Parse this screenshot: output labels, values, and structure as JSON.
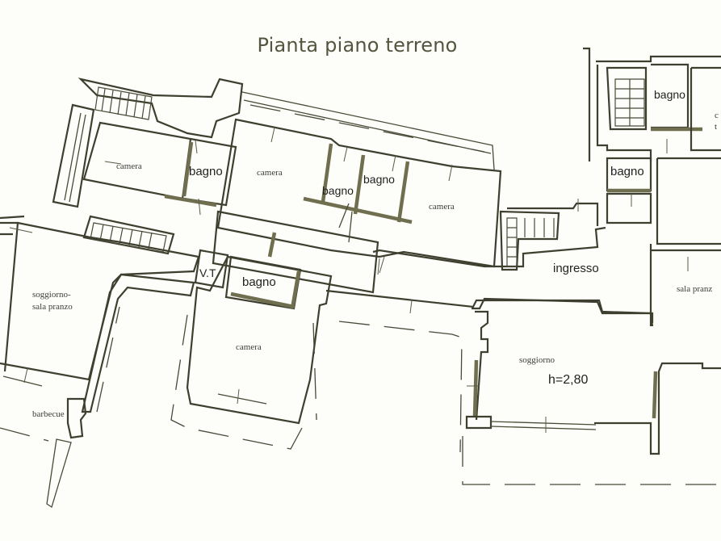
{
  "title": "Pianta piano terreno",
  "colors": {
    "background": "#fdfdf9",
    "walls": "#3f3f30",
    "title": "#55553f",
    "partitions": "#6f6e4e"
  },
  "rooms": [
    {
      "id": "camera-1",
      "label": "camera",
      "style": "small"
    },
    {
      "id": "bagno-1",
      "label": "bagno",
      "style": "big"
    },
    {
      "id": "camera-2",
      "label": "camera",
      "style": "small"
    },
    {
      "id": "bagno-2",
      "label": "bagno",
      "style": "big"
    },
    {
      "id": "bagno-3",
      "label": "bagno",
      "style": "big"
    },
    {
      "id": "camera-3",
      "label": "camera",
      "style": "small"
    },
    {
      "id": "bagno-4",
      "label": "bagno",
      "style": "big"
    },
    {
      "id": "bagno-5",
      "label": "bagno",
      "style": "big"
    },
    {
      "id": "soggiorno-sala-pranzo",
      "label": "soggiorno-",
      "label2": "sala pranzo",
      "style": "small"
    },
    {
      "id": "vt",
      "label": "V.T",
      "style": "big"
    },
    {
      "id": "bagno-6",
      "label": "bagno",
      "style": "big"
    },
    {
      "id": "camera-4",
      "label": "camera",
      "style": "small"
    },
    {
      "id": "ingresso",
      "label": "ingresso",
      "style": "big"
    },
    {
      "id": "sala-pranzo",
      "label": "sala pranz",
      "style": "small"
    },
    {
      "id": "soggiorno",
      "label": "soggiorno",
      "style": "small"
    },
    {
      "id": "barbecue",
      "label": "barbecue",
      "style": "small"
    },
    {
      "id": "cucina-partial",
      "label": "c",
      "label2": "t",
      "style": "small"
    }
  ],
  "annotations": {
    "height": "h=2,80"
  }
}
